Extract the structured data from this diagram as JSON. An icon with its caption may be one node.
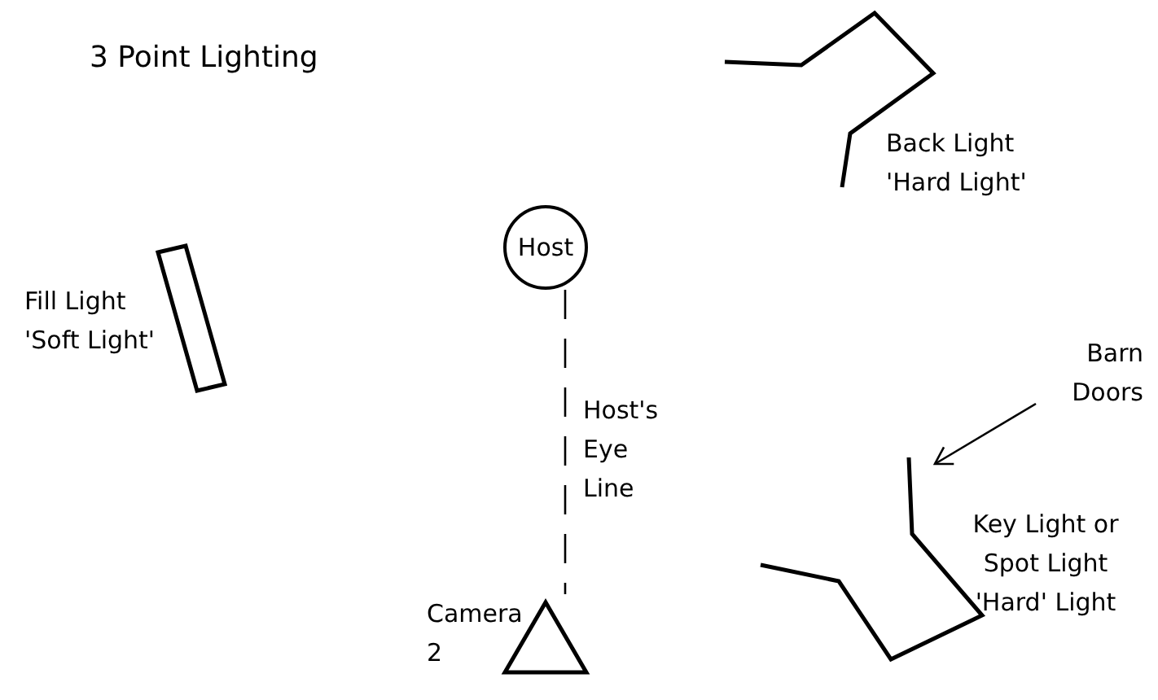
{
  "diagram": {
    "nodes": [
      {
        "text": [
          "Host"
        ]
      },
      {
        "text": [
          "Camera 2"
        ]
      },
      {
        "text": [
          "Back Light 'Hard Light'"
        ]
      },
      {
        "text": [
          "Fill Light 'Soft Light'"
        ]
      },
      {
        "text": [
          "Key Light or Spot Light 'Hard' Light"
        ]
      },
      {
        "text": [
          "Barn Doors"
        ]
      }
    ],
    "edges": [
      {
        "from": 0,
        "to": 1,
        "arrow": "none",
        "style": "dashed",
        "label": "Host's Eye Line"
      },
      {
        "from": 5,
        "to": 4,
        "arrow": "to"
      }
    ],
    "title": "3 Point Lighting"
  }
}
